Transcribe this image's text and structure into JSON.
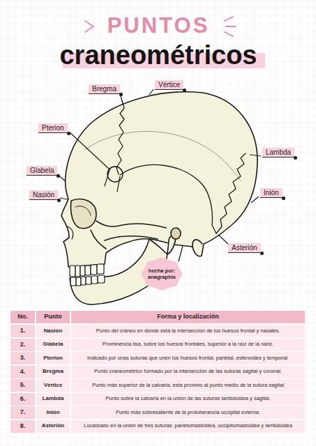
{
  "diagram": {
    "title": "PUNTOS craneométricos",
    "nodes": [
      {
        "text": [
          "Vértice"
        ]
      },
      {
        "text": [
          "Bregma"
        ]
      },
      {
        "text": [
          "Pterion"
        ]
      },
      {
        "text": [
          "Lambda"
        ]
      },
      {
        "text": [
          "Glabela"
        ]
      },
      {
        "text": [
          "Inión"
        ]
      },
      {
        "text": [
          "Nasión"
        ]
      },
      {
        "text": [
          "Asterión"
        ]
      },
      {
        "text": [
          "hecha por: anagraphis"
        ]
      }
    ],
    "labels": [
      "No.",
      "Punto",
      "Forma y localización",
      "1.",
      "Nasión",
      "Punto del cráneo en donde está la intersección de los huesos frontal y nasales.",
      "2.",
      "Glabela",
      "Prominencia lisa, sobre los huesos frontales, superior a la raíz de la nariz.",
      "3.",
      "Pterion",
      "Indicado por unas suturas que unen los huesos frontal, parietal, esfenoides y temporal.",
      "4.",
      "Bregma",
      "Punto craneométrico formado por la intersección de las suturas sagital y coronal.",
      "5.",
      "Vértice",
      "Punto más superior de la calvaria, esta próximo al punto medio de la sutura sagital",
      "6.",
      "Lambda",
      "Punto sobre la calvaria en la unión de las suturas lambdoidea y sagital.",
      "7.",
      "Inión",
      "Punto más sobresaliente de la protuberancia occipital externa.",
      "8.",
      "Asterión",
      "Localizado en la unión de tres suturas: parietomastoidea, occipitomastoidea y lambdoidea"
    ]
  }
}
